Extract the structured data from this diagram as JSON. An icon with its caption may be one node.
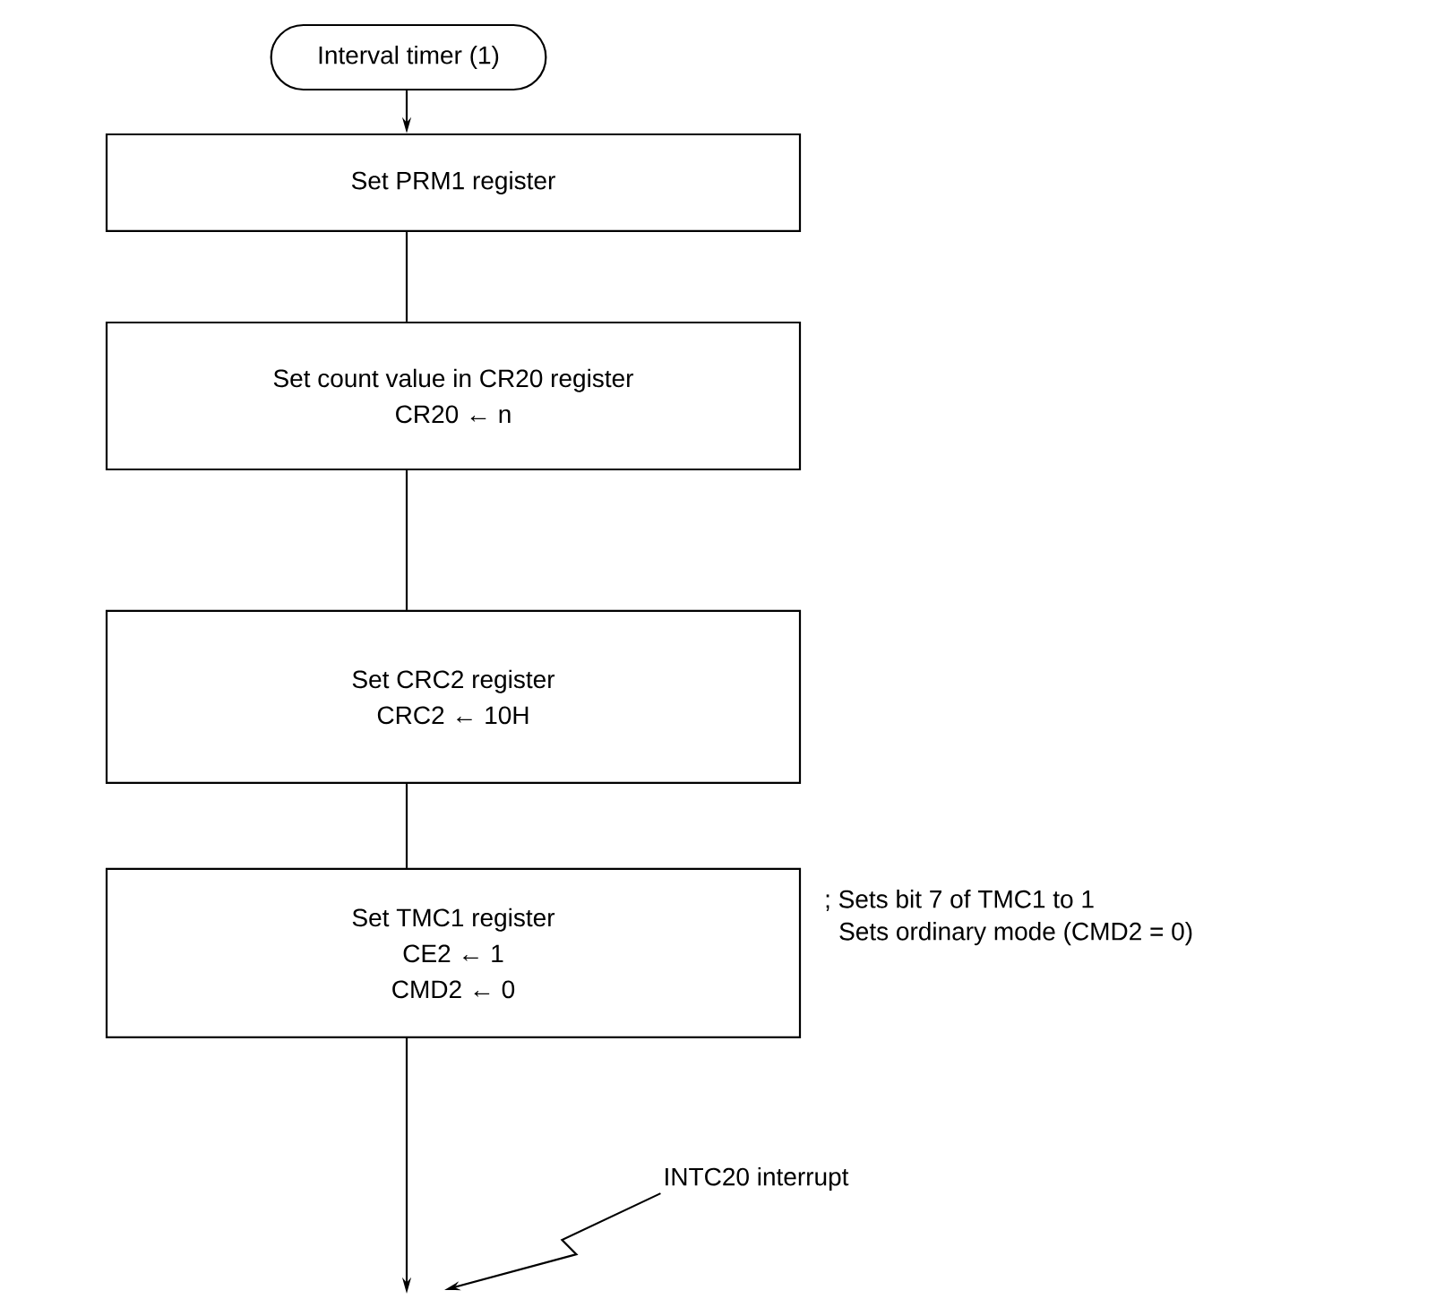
{
  "diagram": {
    "nodes": [
      {
        "text": [
          "Interval timer (1)"
        ]
      },
      {
        "text": [
          "Set PRM1 register"
        ]
      },
      {
        "text": [
          "Set count value in CR20 register",
          "CR20 ← n"
        ]
      },
      {
        "text": [
          "Set CRC2 register",
          "CRC2 ← 10H"
        ]
      },
      {
        "text": [
          "Set TMC1 register",
          "CE2 ← 1",
          "CMD2 ← 0"
        ],
        "beside": [
          "; Sets bit 7 of TMC1 to 1",
          "Sets ordinary mode (CMD2 = 0)"
        ]
      },
      {
        "text": [
          "INTC20 interrupt"
        ]
      }
    ],
    "edges": [
      {
        "from": 0,
        "to": 1,
        "arrow": "to"
      },
      {
        "from": 1,
        "to": 2,
        "arrow": "none"
      },
      {
        "from": 2,
        "to": 3,
        "arrow": "none"
      },
      {
        "from": 3,
        "to": 4,
        "arrow": "none"
      },
      {
        "from": 4,
        "to": null,
        "arrow": "to"
      },
      {
        "from": 5,
        "to": null,
        "arrow": "to"
      }
    ]
  }
}
